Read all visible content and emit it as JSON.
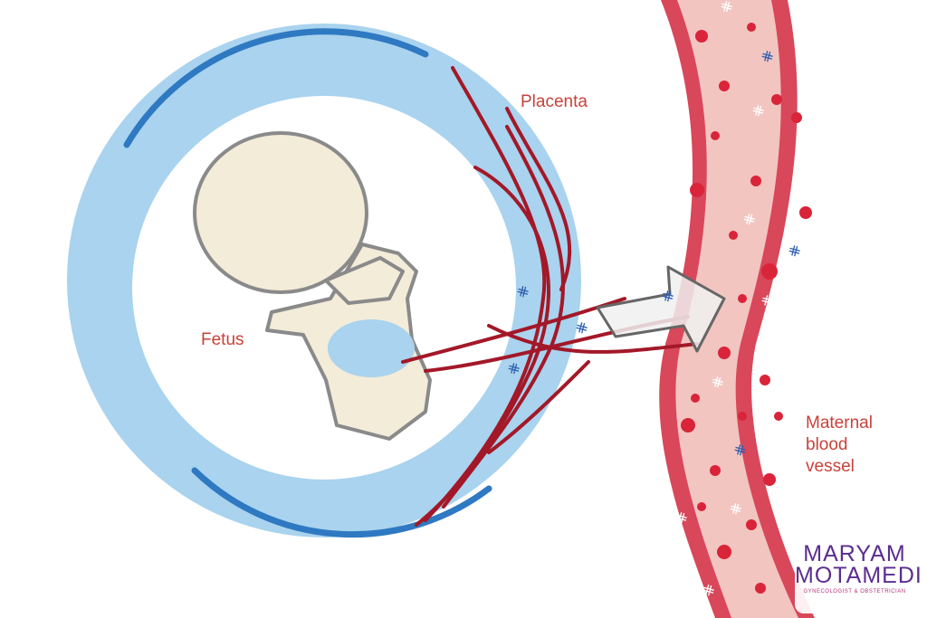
{
  "labels": {
    "placenta": "Placenta",
    "fetus": "Fetus",
    "maternal": [
      "Maternal",
      "blood",
      "vessel"
    ]
  },
  "logo": {
    "name_line1": "MARYAM",
    "name_line2": "MOTAMEDI",
    "subtitle": "GYNECOLOGIST & OBSTETRICIAN"
  },
  "colors": {
    "amniotic": "#a9d3ee",
    "vessel_wall": "#d9475a",
    "vessel_inner": "#f2c5c0",
    "blood_cell": "#d9243a",
    "placenta_vessels": "#a31828",
    "fetus": "#f3ecd9",
    "dna": "#2f5fb0",
    "label": "#c8423a"
  }
}
